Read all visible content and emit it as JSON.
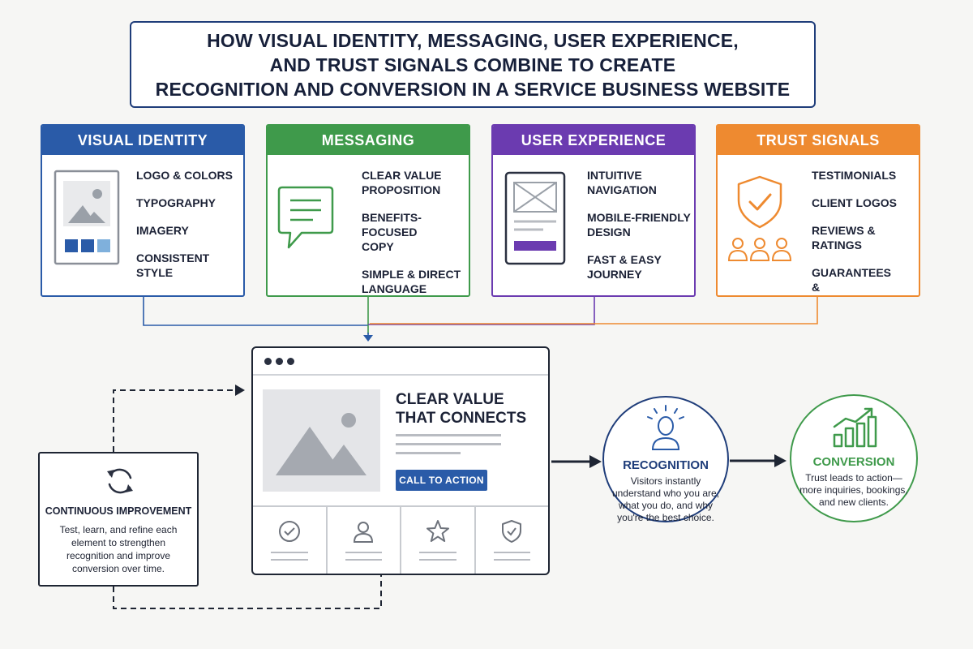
{
  "title": {
    "line1": "HOW VISUAL IDENTITY, MESSAGING, USER EXPERIENCE,",
    "line2": "AND TRUST SIGNALS COMBINE TO CREATE",
    "line3": "RECOGNITION AND CONVERSION IN A SERVICE BUSINESS WEBSITE"
  },
  "colors": {
    "visual_identity": "#2a5ba8",
    "messaging": "#3f9a4b",
    "user_experience": "#6b3bb0",
    "trust_signals": "#ee8a30",
    "navy": "#1f3d7a"
  },
  "cards": {
    "visual": {
      "header": "VISUAL IDENTITY",
      "icon": "image-palette-icon",
      "items": [
        "LOGO & COLORS",
        "TYPOGRAPHY",
        "IMAGERY",
        "CONSISTENT STYLE"
      ]
    },
    "messaging": {
      "header": "MESSAGING",
      "icon": "chat-bubble-icon",
      "items": [
        "CLEAR VALUE\nPROPOSITION",
        "BENEFITS-FOCUSED\nCOPY",
        "SIMPLE & DIRECT\nLANGUAGE"
      ]
    },
    "ux": {
      "header": "USER EXPERIENCE",
      "icon": "mobile-layout-icon",
      "items": [
        "INTUITIVE\nNAVIGATION",
        "MOBILE-FRIENDLY\nDESIGN",
        "FAST & EASY\nJOURNEY"
      ]
    },
    "trust": {
      "header": "TRUST SIGNALS",
      "icon": "shield-check-icon",
      "items": [
        "TESTIMONIALS",
        "CLIENT LOGOS",
        "REVIEWS & RATINGS",
        "GUARANTEES\n& CERTIFICATIONS"
      ]
    }
  },
  "website": {
    "headline": "CLEAR VALUE\nTHAT CONNECTS",
    "cta": "CALL TO ACTION",
    "features": [
      "check-circle-icon",
      "user-icon",
      "star-icon",
      "shield-check-icon"
    ]
  },
  "recognition": {
    "title": "RECOGNITION",
    "description": "Visitors instantly\nunderstand who you are,\nwhat you do, and why\nyou're the best choice."
  },
  "conversion": {
    "title": "CONVERSION",
    "description": "Trust leads to action—\nmore inquiries, bookings,\nand new clients."
  },
  "improvement": {
    "title": "CONTINUOUS IMPROVEMENT",
    "description": "Test, learn, and refine each\nelement to strengthen\nrecognition and improve\nconversion over time."
  }
}
